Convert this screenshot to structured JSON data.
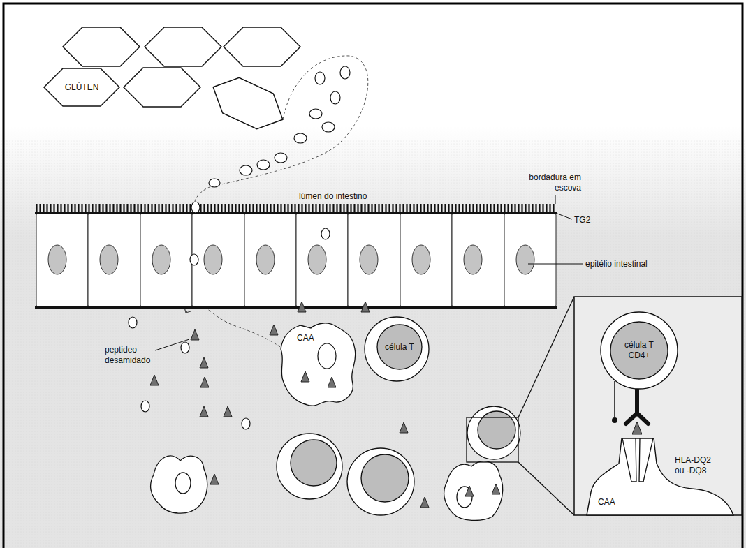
{
  "diagram": {
    "nodes": [
      {
        "text": [
          "GLÚTEN"
        ]
      },
      {
        "text": [
          "CAA"
        ]
      },
      {
        "text": [
          "célula T"
        ]
      },
      {
        "text": [
          "célula T CD4+"
        ]
      },
      {
        "text": [
          "CAA"
        ]
      }
    ],
    "labels": [
      "lúmen do intestino",
      "bordadura em escova",
      "TG2",
      "epitélio intestinal",
      "peptideo desamidado",
      "HLA-DQ2 ou -DQ8"
    ]
  }
}
